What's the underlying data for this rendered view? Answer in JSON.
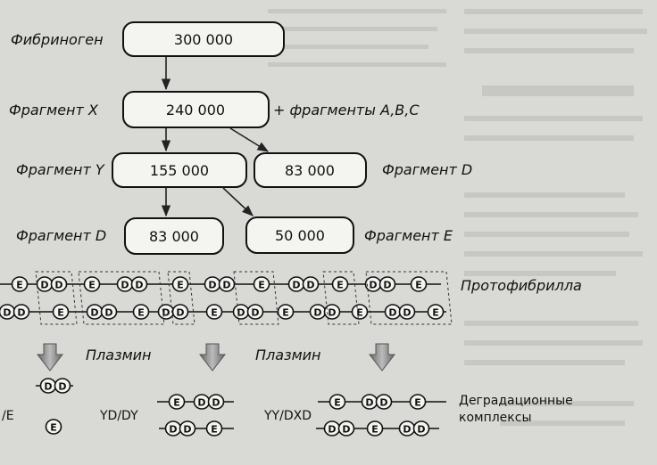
{
  "colors": {
    "page": "#d9d9d6",
    "box": "#f4f4f1",
    "ink": "#111111",
    "big_arrow": "#9a9a9a"
  },
  "labels": {
    "fibrinogen": "Фибриноген",
    "fragment_x": "Фрагмент X",
    "plus_fragments": "+ фрагменты A,B,C",
    "fragment_y": "Фрагмент Y",
    "fragment_d_right": "Фрагмент D",
    "fragment_d_left": "Фрагмент D",
    "fragment_e": "Фрагмент E",
    "protofibril": "Протофибрилла",
    "plasmin_1": "Плазмин",
    "plasmin_2": "Плазмин",
    "degradation": "Деградационные",
    "complexes": "комплексы"
  },
  "boxes": {
    "fibrinogen_mass": "300 000",
    "fragment_x_mass": "240 000",
    "fragment_y_mass": "155 000",
    "fragment_d_mass_right": "83 000",
    "fragment_d_mass_left": "83 000",
    "fragment_e_mass": "50 000"
  },
  "complex_labels": [
    "/E",
    "YD/DY",
    "YY/DXD"
  ],
  "unit_letters": {
    "d": "D",
    "e": "E"
  }
}
